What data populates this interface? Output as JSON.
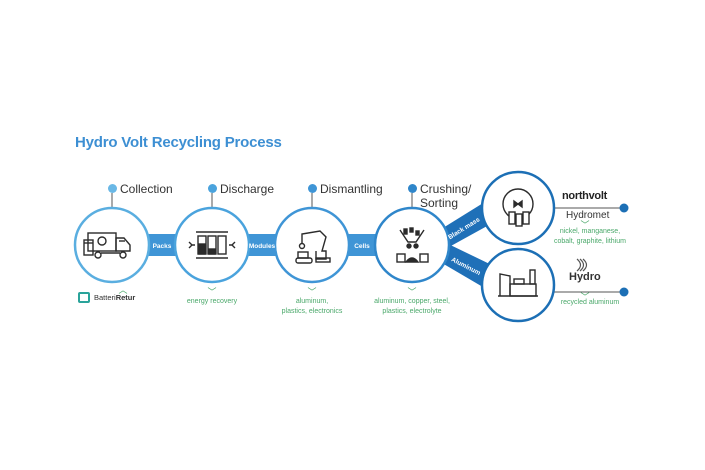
{
  "title": "Hydro Volt Recycling Process",
  "colors": {
    "title": "#3d8fd3",
    "band": "#3f95d6",
    "band_dark": "#1f70b8",
    "circle_light": "#5aaee0",
    "circle_dark": "#1c6fb5",
    "output_green": "#4aa86a",
    "icon": "#2b2b2b"
  },
  "steps": [
    {
      "label": "Collection",
      "icon": "recycling-truck-icon",
      "below": {
        "type": "logo",
        "text_plain": "Batteri",
        "text_bold": "Retur",
        "chevron": "up"
      }
    },
    {
      "label": "Discharge",
      "icon": "battery-discharge-icon",
      "below": {
        "type": "output",
        "lines": [
          "energy recovery"
        ],
        "chevron": "down"
      }
    },
    {
      "label": "Dismantling",
      "icon": "robot-arm-icon",
      "below": {
        "type": "output",
        "lines": [
          "aluminum,",
          "plastics, electronics"
        ],
        "chevron": "down"
      }
    },
    {
      "label_lines": [
        "Crushing/",
        "Sorting"
      ],
      "icon": "crusher-sorter-icon",
      "below": {
        "type": "output",
        "lines": [
          "aluminum, copper, steel,",
          "plastics, electrolyte"
        ],
        "chevron": "down"
      }
    }
  ],
  "connectors": [
    "Packs",
    "Modules",
    "Cells"
  ],
  "branches": [
    {
      "band_label": "Black mass",
      "icon": "hydromet-plant-icon",
      "brand": "northvolt",
      "process": "Hydromet",
      "outputs": [
        "nickel, manganese,",
        "cobalt, graphite, lithium"
      ]
    },
    {
      "band_label": "Aluminum",
      "icon": "factory-icon",
      "brand": "Hydro",
      "outputs": [
        "recycled aluminum"
      ]
    }
  ]
}
